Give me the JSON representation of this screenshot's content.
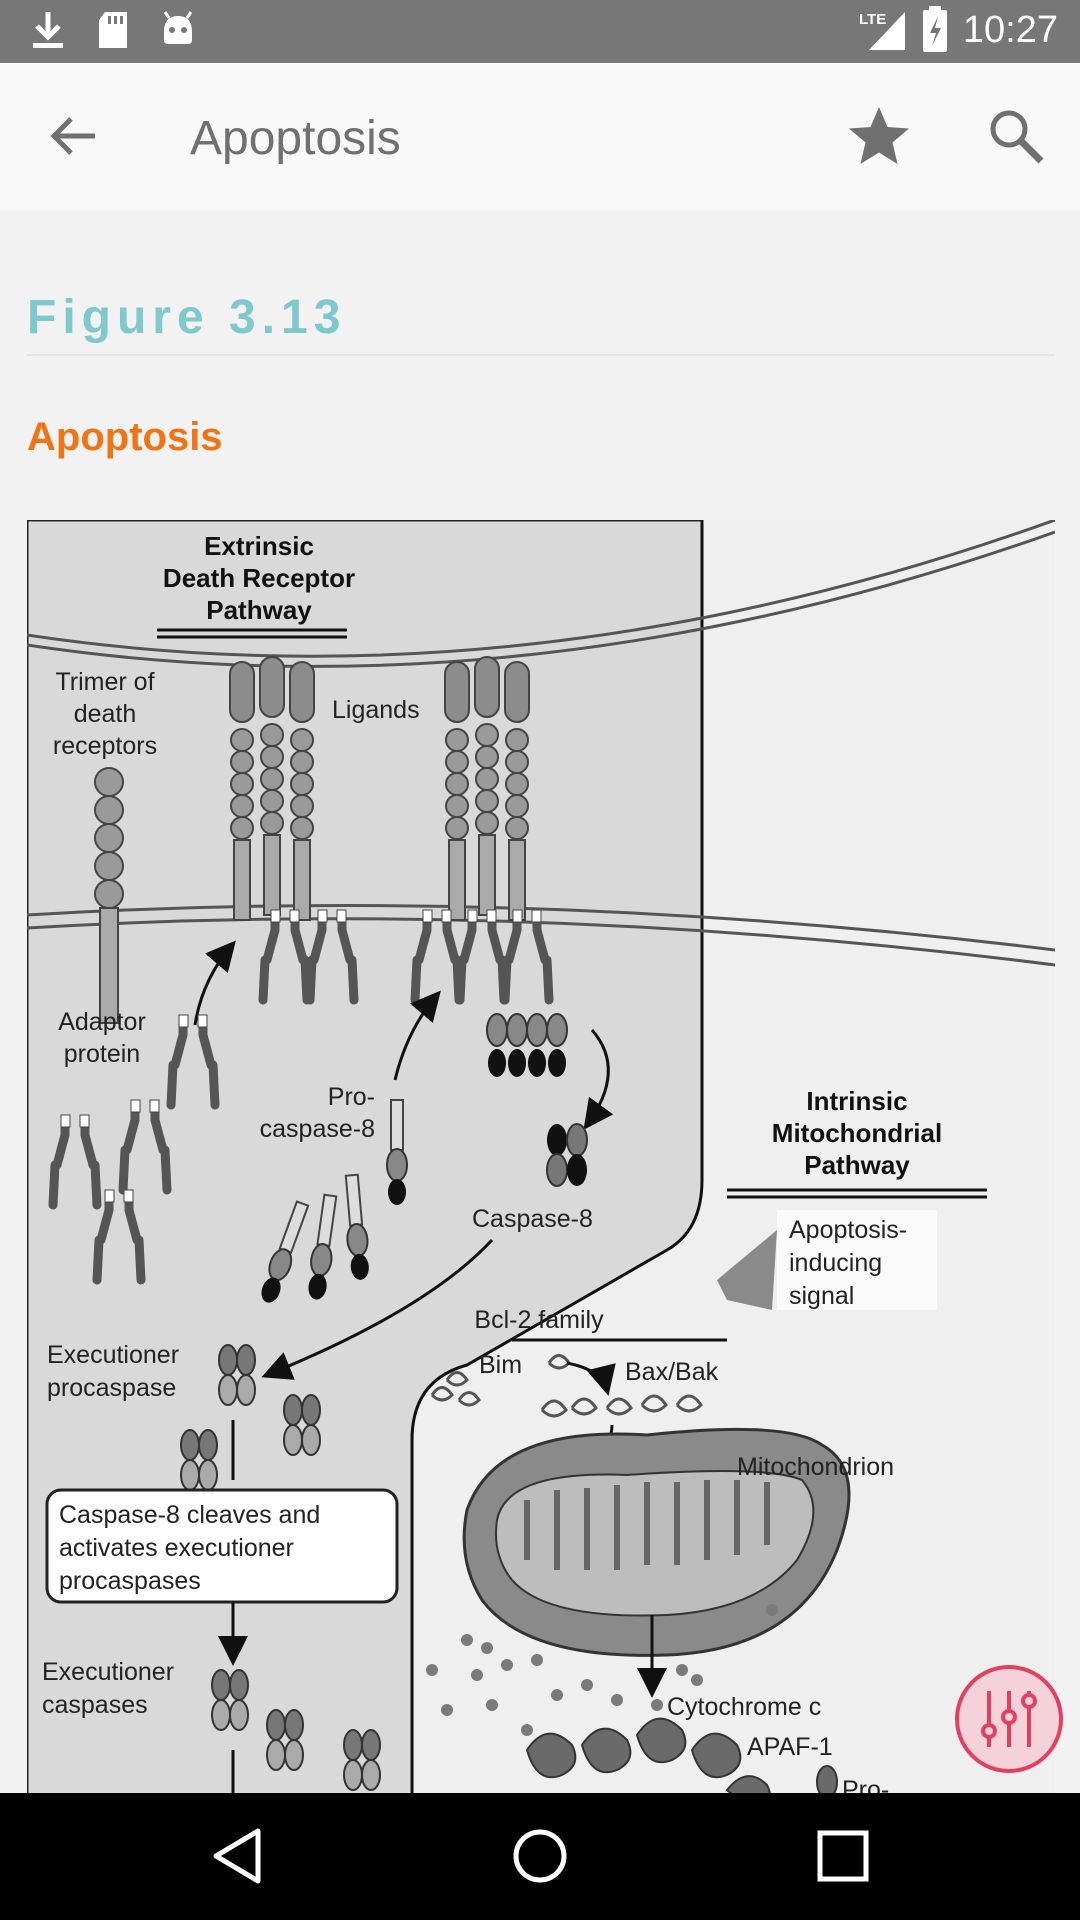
{
  "status_bar": {
    "time": "10:27",
    "network": "LTE"
  },
  "app_bar": {
    "title": "Apoptosis"
  },
  "content": {
    "figure_label": "Figure 3.13",
    "figure_title": "Apoptosis"
  },
  "diagram": {
    "extrinsic_title": [
      "Extrinsic",
      "Death Receptor",
      "Pathway"
    ],
    "trimer_label": [
      "Trimer of",
      "death",
      "receptors"
    ],
    "ligands": "Ligands",
    "adaptor_label": [
      "Adaptor",
      "protein"
    ],
    "procaspase8_label": [
      "Pro-",
      "caspase-8"
    ],
    "caspase8": "Caspase-8",
    "intrinsic_title": [
      "Intrinsic",
      "Mitochondrial",
      "Pathway"
    ],
    "signal_label": [
      "Apoptosis-",
      "inducing",
      "signal"
    ],
    "bcl2": "Bcl-2 family",
    "bim": "Bim",
    "baxbak": "Bax/Bak",
    "mitochondrion": "Mitochondrion",
    "exec_procaspase": [
      "Executioner",
      "procaspase"
    ],
    "box_text": [
      "Caspase-8 cleaves and",
      "activates executioner",
      "procaspases"
    ],
    "exec_caspases": [
      "Executioner",
      "caspases"
    ],
    "cytochrome": "Cytochrome c",
    "apaf": "APAF-1",
    "pro": "Pro-"
  },
  "colors": {
    "accent_teal": "#7ec8d0",
    "accent_orange": "#f07414",
    "fab_red": "#e2405e"
  }
}
